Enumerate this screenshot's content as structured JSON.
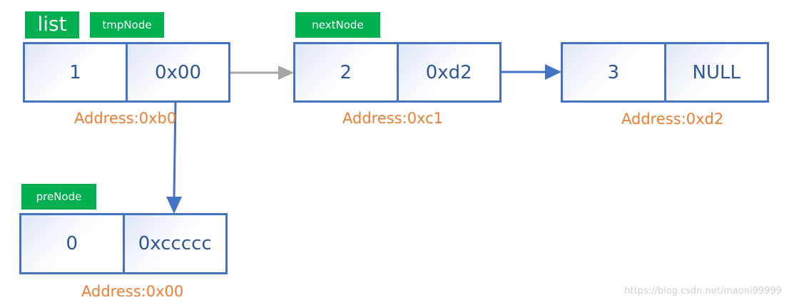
{
  "labels": {
    "list": "list",
    "tmp_node": "tmpNode",
    "next_node": "nextNode",
    "pre_node": "preNode"
  },
  "nodes": {
    "node1": {
      "value": "1",
      "pointer": "0x00",
      "address": "Address:0xb0"
    },
    "node2": {
      "value": "2",
      "pointer": "0xd2",
      "address": "Address:0xc1"
    },
    "node3": {
      "value": "3",
      "pointer": "NULL",
      "address": "Address:0xd2"
    },
    "pre": {
      "value": "0",
      "pointer": "0xccccc",
      "address": "Address:0x00"
    }
  },
  "colors": {
    "label_bg": "#00b050",
    "node_border": "#4472c4",
    "node_text": "#2f5597",
    "address_text": "#ed7d31",
    "arrow_blue": "#4472c4",
    "arrow_gray": "#a6a6a6"
  },
  "watermark": "https://blog.csdn.net/maoni99999"
}
